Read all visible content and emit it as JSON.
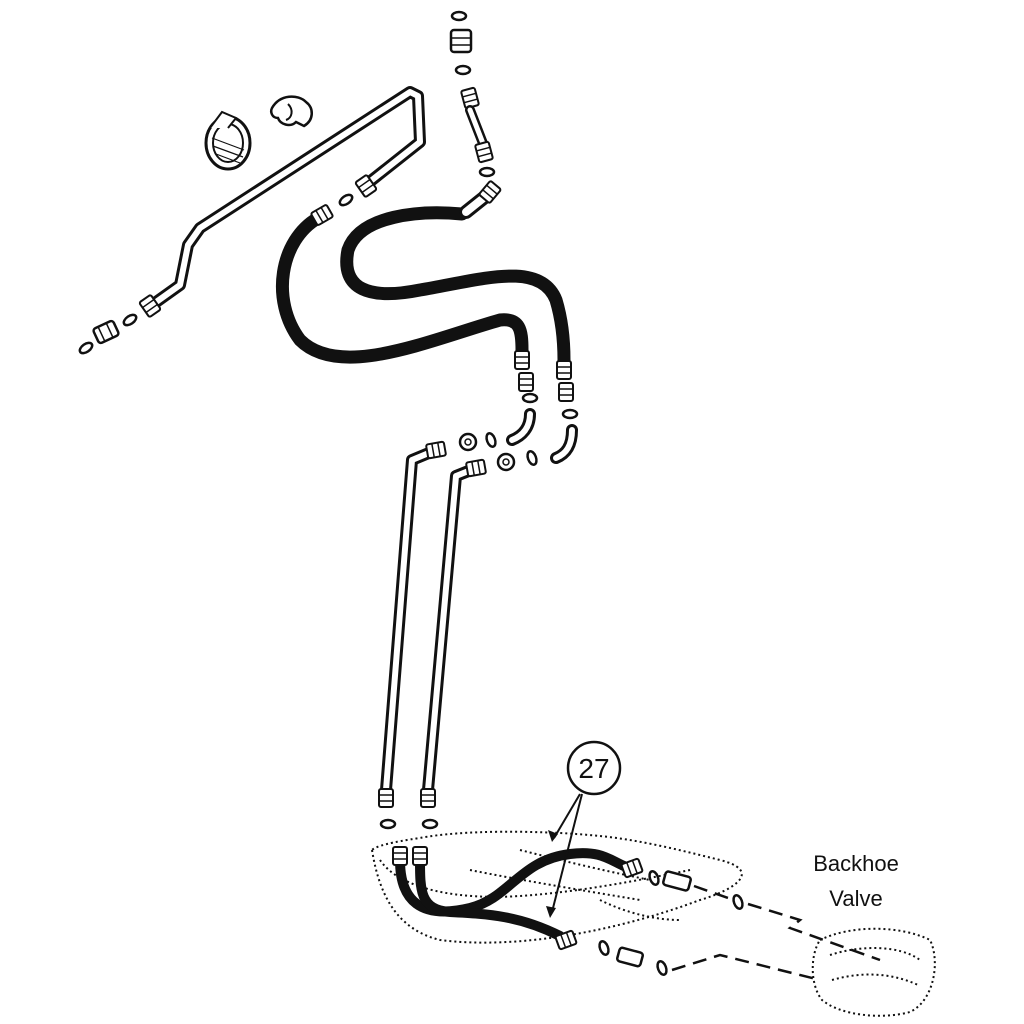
{
  "diagram": {
    "callout": {
      "number": "27"
    },
    "valve_label": {
      "line1": "Backhoe",
      "line2": "Valve"
    }
  },
  "colors": {
    "ink": "#111111",
    "background": "#ffffff"
  }
}
